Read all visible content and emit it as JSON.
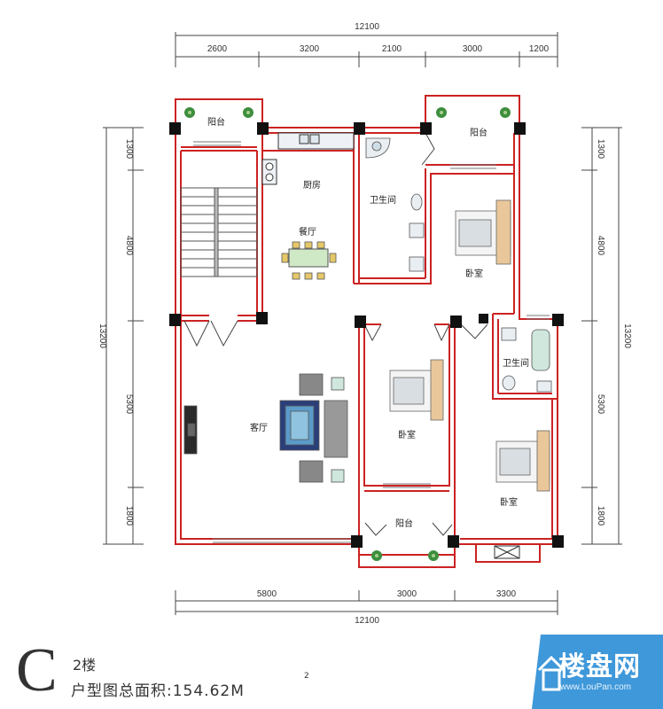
{
  "dimensions": {
    "top_total": "12100",
    "top_segments": [
      "2600",
      "3200",
      "2100",
      "3000",
      "1200"
    ],
    "bottom_total": "12100",
    "bottom_segments": [
      "5800",
      "3000",
      "3300"
    ],
    "left_total": "13200",
    "left_segments": [
      "1300",
      "4800",
      "5300",
      "1800"
    ],
    "right_total": "13200",
    "right_segments": [
      "1300",
      "4800",
      "5300",
      "1800"
    ]
  },
  "rooms": {
    "balcony_nw": "阳台",
    "balcony_ne": "阳台",
    "balcony_s": "阳台",
    "kitchen": "厨房",
    "dining": "餐厅",
    "bathroom_main": "卫生间",
    "bathroom_en_suite": "卫生间",
    "bedroom_ne": "卧室",
    "bedroom_center": "卧室",
    "bedroom_se": "卧室",
    "living_room": "客厅"
  },
  "footer": {
    "letter": "C",
    "floor": "2楼",
    "area": "户型图总面积:154.62M",
    "area_sup": "2"
  },
  "logo": {
    "name": "楼盘网",
    "url": "www.LouPan.com"
  },
  "colors": {
    "wall": "#cc2222",
    "pillar": "#111111",
    "dim_line": "#444444",
    "logo_bg": "#2f8fd6"
  }
}
